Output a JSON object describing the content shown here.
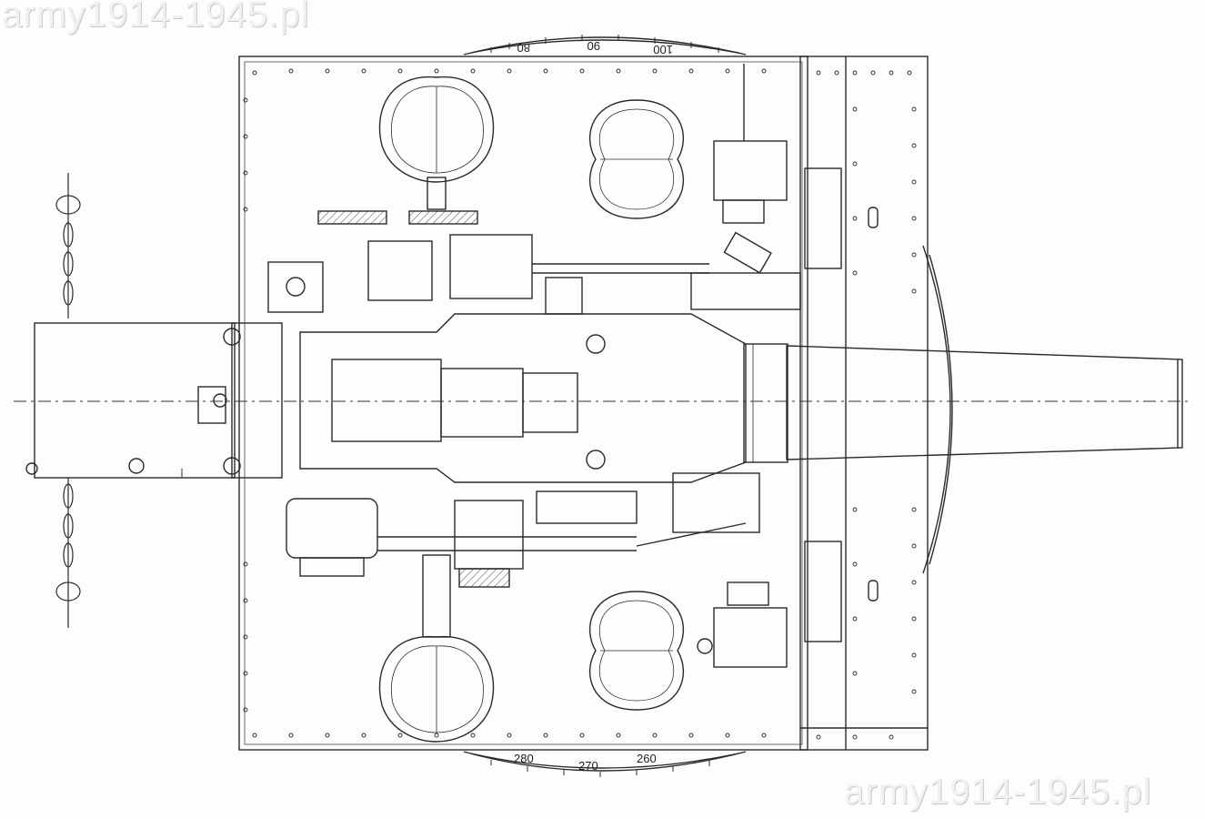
{
  "watermark": {
    "top_text": "army1914-1945.pl",
    "bottom_text": "army1914-1945.pl"
  },
  "traverse_scale": {
    "top_labels": [
      "80",
      "90",
      "100"
    ],
    "bottom_labels": [
      "280",
      "270",
      "260"
    ]
  },
  "colors": {
    "line": "#2a2a2a",
    "paper": "#fdfdfd"
  }
}
